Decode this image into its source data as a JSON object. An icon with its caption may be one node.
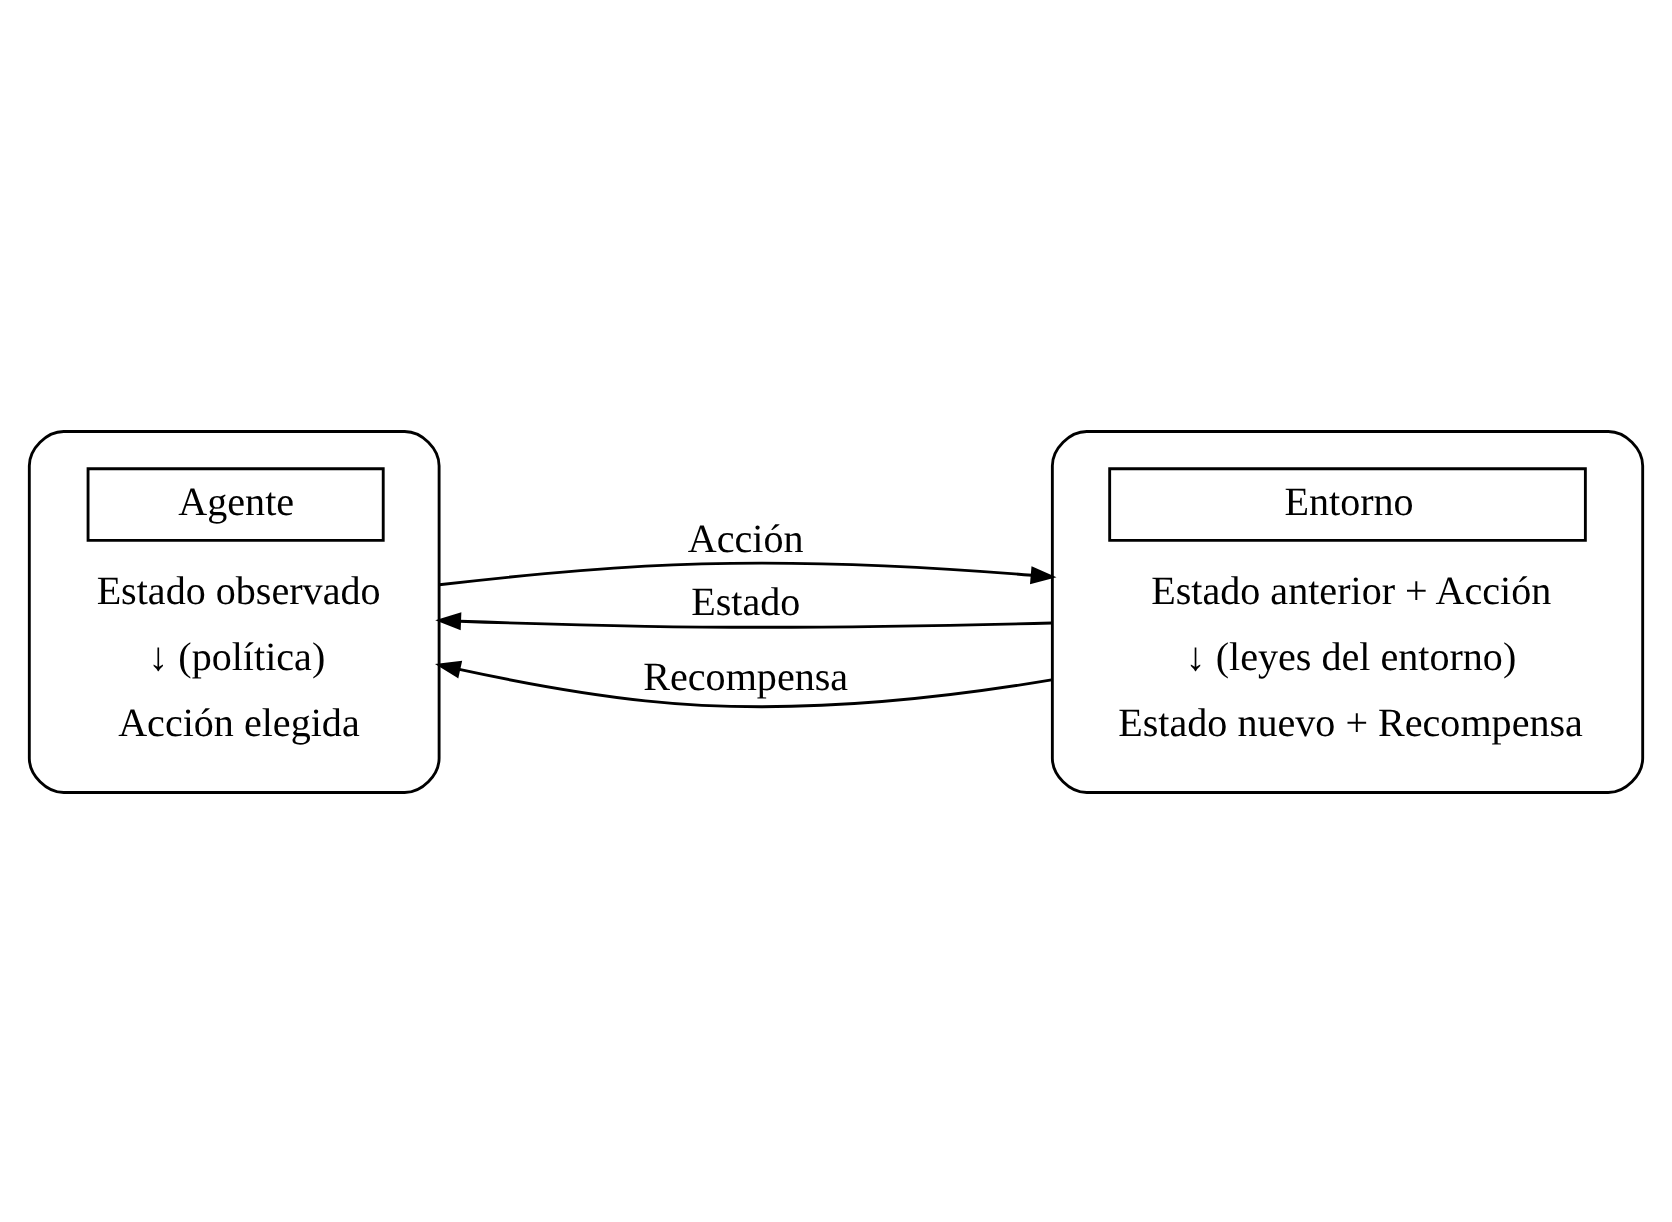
{
  "diagram": {
    "nodes": [
      {
        "text": [
          "Agente",
          "Estado observado",
          "↓ (política)",
          "Acción elegida"
        ]
      },
      {
        "text": [
          "Entorno",
          "Estado anterior + Acción",
          "↓ (leyes del entorno)",
          "Estado nuevo + Recompensa"
        ]
      }
    ],
    "edges": [
      {
        "from": 0,
        "to": 1,
        "arrow": "to",
        "label": "Acción"
      },
      {
        "from": 1,
        "to": 0,
        "arrow": "to",
        "label": "Estado"
      },
      {
        "from": 1,
        "to": 0,
        "arrow": "to",
        "label": "Recompensa"
      }
    ]
  }
}
